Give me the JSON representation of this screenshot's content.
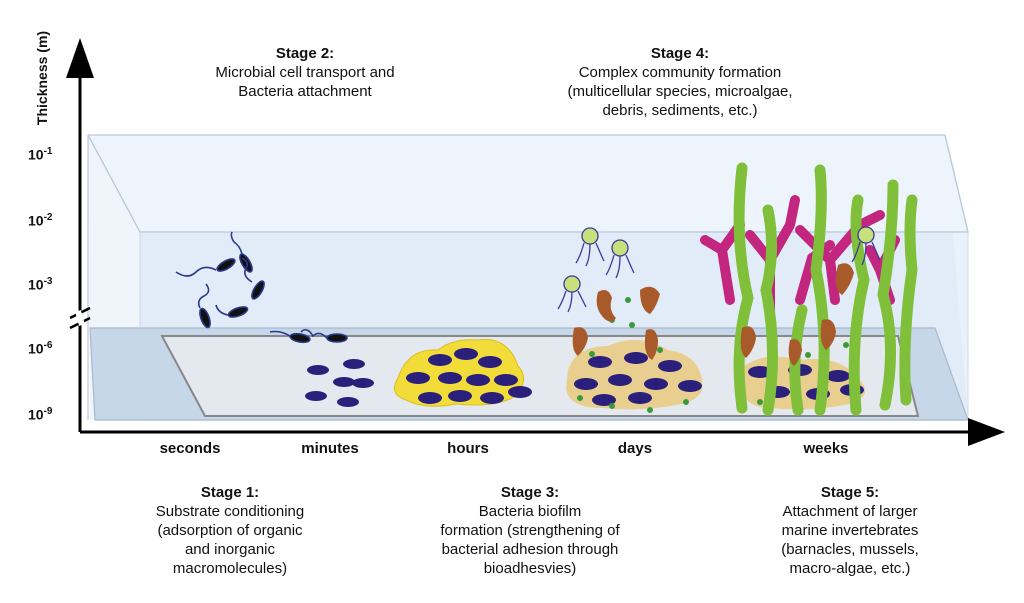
{
  "axis": {
    "y_title": "Thickness (m)",
    "y_ticks": [
      {
        "base": "10",
        "exp": "-1"
      },
      {
        "base": "10",
        "exp": "-2"
      },
      {
        "base": "10",
        "exp": "-3"
      },
      {
        "base": "10",
        "exp": "-6"
      },
      {
        "base": "10",
        "exp": "-9"
      }
    ],
    "x_ticks": [
      "seconds",
      "minutes",
      "hours",
      "days",
      "weeks"
    ]
  },
  "stages": {
    "s1": {
      "title": "Stage 1:",
      "lines": [
        "Substrate conditioning",
        "(adsorption of organic",
        "and inorganic",
        "macromolecules)"
      ]
    },
    "s2": {
      "title": "Stage 2:",
      "lines": [
        "Microbial cell transport and",
        "Bacteria attachment"
      ]
    },
    "s3": {
      "title": "Stage 3:",
      "lines": [
        "Bacteria biofilm",
        "formation (strengthening of",
        "bacterial adhesion through",
        "bioadhesvies)"
      ]
    },
    "s4": {
      "title": "Stage 4:",
      "lines": [
        "Complex community formation",
        "(multicellular species, microalgae,",
        "debris, sediments, etc.)"
      ]
    },
    "s5": {
      "title": "Stage 5:",
      "lines": [
        "Attachment of larger",
        "marine invertebrates",
        "(barnacles, mussels,",
        "macro-algae, etc.)"
      ]
    }
  },
  "colors": {
    "tank": "#dce8f6",
    "tank_edge": "#b9c9dc",
    "bacteria": "#2a1f7a",
    "biofilm": "#f2dc3a",
    "debris": "#e9cf8f",
    "algae_green": "#7fbf3a",
    "algae_magenta": "#c2267e",
    "diatom": "#c8e07a",
    "particle": "#3a9a3a"
  }
}
